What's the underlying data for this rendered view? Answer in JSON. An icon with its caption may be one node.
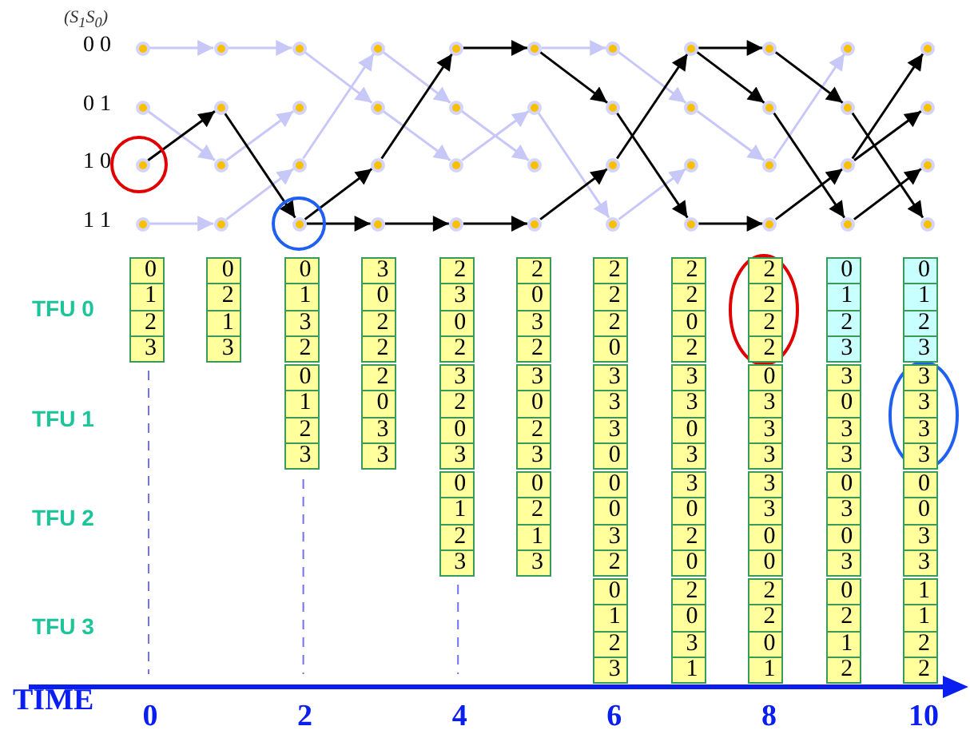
{
  "diagram": {
    "nodes": [
      {
        "text": [],
        "shape": "circle"
      },
      {
        "text": [],
        "shape": "circle"
      },
      {
        "text": [],
        "shape": "circle"
      },
      {
        "text": [],
        "shape": "circle"
      },
      {
        "text": [],
        "shape": "circle"
      },
      {
        "text": [],
        "shape": "circle"
      },
      {
        "text": [],
        "shape": "circle"
      },
      {
        "text": [],
        "shape": "circle"
      },
      {
        "text": [],
        "shape": "circle"
      },
      {
        "text": [],
        "shape": "circle"
      },
      {
        "text": [],
        "shape": "circle"
      },
      {
        "text": [],
        "shape": "circle"
      },
      {
        "text": [],
        "shape": "circle"
      },
      {
        "text": [],
        "shape": "circle"
      },
      {
        "text": [],
        "shape": "circle"
      },
      {
        "text": [],
        "shape": "circle"
      },
      {
        "text": [],
        "shape": "circle"
      },
      {
        "text": [],
        "shape": "circle"
      },
      {
        "text": [],
        "shape": "circle"
      },
      {
        "text": [],
        "shape": "circle"
      },
      {
        "text": [],
        "shape": "circle"
      },
      {
        "text": [],
        "shape": "circle"
      },
      {
        "text": [],
        "shape": "circle"
      },
      {
        "text": [],
        "shape": "circle"
      },
      {
        "text": [],
        "shape": "circle"
      },
      {
        "text": [],
        "shape": "circle"
      },
      {
        "text": [],
        "shape": "circle"
      },
      {
        "text": [],
        "shape": "circle"
      },
      {
        "text": [],
        "shape": "circle"
      },
      {
        "text": [],
        "shape": "circle"
      },
      {
        "text": [],
        "shape": "circle"
      },
      {
        "text": [],
        "shape": "circle"
      },
      {
        "text": [],
        "shape": "circle"
      },
      {
        "text": [],
        "shape": "circle"
      },
      {
        "text": [],
        "shape": "circle"
      },
      {
        "text": [],
        "shape": "circle"
      },
      {
        "text": [],
        "shape": "circle"
      },
      {
        "text": [],
        "shape": "circle"
      },
      {
        "text": [],
        "shape": "circle"
      },
      {
        "text": [],
        "shape": "circle"
      },
      {
        "text": [],
        "shape": "circle"
      },
      {
        "text": [],
        "shape": "circle"
      },
      {
        "text": [],
        "shape": "circle"
      },
      {
        "text": [],
        "shape": "circle"
      },
      {
        "text": [
          "0",
          "1",
          "2",
          "3"
        ]
      },
      {
        "text": [
          "0",
          "2",
          "1",
          "3"
        ]
      },
      {
        "text": [
          "0",
          "1",
          "3",
          "2"
        ]
      },
      {
        "text": [
          "3",
          "0",
          "2",
          "2"
        ]
      },
      {
        "text": [
          "2",
          "3",
          "0",
          "2"
        ]
      },
      {
        "text": [
          "2",
          "0",
          "3",
          "2"
        ]
      },
      {
        "text": [
          "2",
          "2",
          "2",
          "0"
        ]
      },
      {
        "text": [
          "2",
          "2",
          "0",
          "2"
        ]
      },
      {
        "text": [
          "2",
          "2",
          "2",
          "2"
        ]
      },
      {
        "text": [
          "0",
          "1",
          "2",
          "3"
        ]
      },
      {
        "text": [
          "0",
          "1",
          "2",
          "3"
        ]
      },
      {
        "text": [
          "0",
          "1",
          "2",
          "3"
        ]
      },
      {
        "text": [
          "2",
          "0",
          "3",
          "3"
        ]
      },
      {
        "text": [
          "3",
          "2",
          "0",
          "3"
        ]
      },
      {
        "text": [
          "3",
          "0",
          "2",
          "3"
        ]
      },
      {
        "text": [
          "3",
          "3",
          "3",
          "0"
        ]
      },
      {
        "text": [
          "3",
          "3",
          "0",
          "3"
        ]
      },
      {
        "text": [
          "0",
          "3",
          "3",
          "3"
        ]
      },
      {
        "text": [
          "3",
          "0",
          "3",
          "3"
        ]
      },
      {
        "text": [
          "3",
          "3",
          "3",
          "3"
        ]
      },
      {
        "text": [
          "0",
          "1",
          "2",
          "3"
        ]
      },
      {
        "text": [
          "0",
          "2",
          "1",
          "3"
        ]
      },
      {
        "text": [
          "0",
          "0",
          "3",
          "2"
        ]
      },
      {
        "text": [
          "3",
          "0",
          "2",
          "0"
        ]
      },
      {
        "text": [
          "3",
          "3",
          "0",
          "0"
        ]
      },
      {
        "text": [
          "0",
          "3",
          "0",
          "3"
        ]
      },
      {
        "text": [
          "0",
          "0",
          "3",
          "3"
        ]
      },
      {
        "text": [
          "0",
          "1",
          "2",
          "3"
        ]
      },
      {
        "text": [
          "2",
          "0",
          "3",
          "1"
        ]
      },
      {
        "text": [
          "2",
          "2",
          "0",
          "1"
        ]
      },
      {
        "text": [
          "0",
          "2",
          "1",
          "2"
        ]
      },
      {
        "text": [
          "1",
          "1",
          "2",
          "2"
        ]
      }
    ],
    "edges": [
      {
        "from": 0,
        "to": 4,
        "arrow": "to",
        "color": "#c8c8f8"
      },
      {
        "from": 1,
        "to": 6,
        "arrow": "to",
        "color": "#c8c8f8"
      },
      {
        "from": 3,
        "to": 7,
        "arrow": "to",
        "color": "#c8c8f8"
      },
      {
        "from": 2,
        "to": 5,
        "arrow": "to"
      },
      {
        "from": 4,
        "to": 8,
        "arrow": "to",
        "color": "#c8c8f8"
      },
      {
        "from": 6,
        "to": 9,
        "arrow": "to",
        "color": "#c8c8f8"
      },
      {
        "from": 7,
        "to": 10,
        "arrow": "to",
        "color": "#c8c8f8"
      },
      {
        "from": 5,
        "to": 11,
        "arrow": "to"
      },
      {
        "from": 8,
        "to": 13,
        "arrow": "to",
        "color": "#c8c8f8"
      },
      {
        "from": 10,
        "to": 12,
        "arrow": "to",
        "color": "#c8c8f8"
      },
      {
        "from": 11,
        "to": 14,
        "arrow": "to"
      },
      {
        "from": 11,
        "to": 15,
        "arrow": "to"
      },
      {
        "from": 14,
        "to": 16,
        "arrow": "to"
      },
      {
        "from": 15,
        "to": 19,
        "arrow": "to"
      },
      {
        "from": 12,
        "to": 17,
        "arrow": "to",
        "color": "#c8c8f8"
      },
      {
        "from": 13,
        "to": 18,
        "arrow": "to",
        "color": "#c8c8f8"
      },
      {
        "from": 16,
        "to": 20,
        "arrow": "to"
      },
      {
        "from": 19,
        "to": 23,
        "arrow": "to"
      },
      {
        "from": 17,
        "to": 22,
        "arrow": "to",
        "color": "#c8c8f8"
      },
      {
        "from": 18,
        "to": 21,
        "arrow": "to",
        "color": "#c8c8f8"
      },
      {
        "from": 20,
        "to": 25,
        "arrow": "to"
      },
      {
        "from": 23,
        "to": 26,
        "arrow": "to"
      },
      {
        "from": 20,
        "to": 24,
        "arrow": "to",
        "color": "#c8c8f8"
      },
      {
        "from": 21,
        "to": 27,
        "arrow": "to",
        "color": "#c8c8f8"
      },
      {
        "from": 25,
        "to": 31,
        "arrow": "to"
      },
      {
        "from": 26,
        "to": 28,
        "arrow": "to"
      },
      {
        "from": 24,
        "to": 29,
        "arrow": "to",
        "color": "#c8c8f8"
      },
      {
        "from": 27,
        "to": 30,
        "arrow": "to",
        "color": "#c8c8f8"
      },
      {
        "from": 28,
        "to": 32,
        "arrow": "to"
      },
      {
        "from": 28,
        "to": 33,
        "arrow": "to"
      },
      {
        "from": 31,
        "to": 35,
        "arrow": "to"
      },
      {
        "from": 29,
        "to": 34,
        "arrow": "to",
        "color": "#c8c8f8"
      },
      {
        "from": 32,
        "to": 37,
        "arrow": "to"
      },
      {
        "from": 33,
        "to": 39,
        "arrow": "to"
      },
      {
        "from": 35,
        "to": 38,
        "arrow": "to"
      },
      {
        "from": 34,
        "to": 36,
        "arrow": "to",
        "color": "#c8c8f8"
      },
      {
        "from": 38,
        "to": 40,
        "arrow": "to"
      },
      {
        "from": 38,
        "to": 41,
        "arrow": "to"
      },
      {
        "from": 39,
        "to": 42,
        "arrow": "to"
      },
      {
        "from": 37,
        "to": 43,
        "arrow": "to"
      }
    ],
    "labels": [
      "(S$_{1}$S$_{0}$)",
      "0 0",
      "0 1",
      "1 0",
      "1 1",
      "TFU 0",
      "TFU 1",
      "TFU 2",
      "TFU 3",
      "TIME",
      "0",
      "2",
      "4",
      "6",
      "8",
      "10"
    ]
  }
}
